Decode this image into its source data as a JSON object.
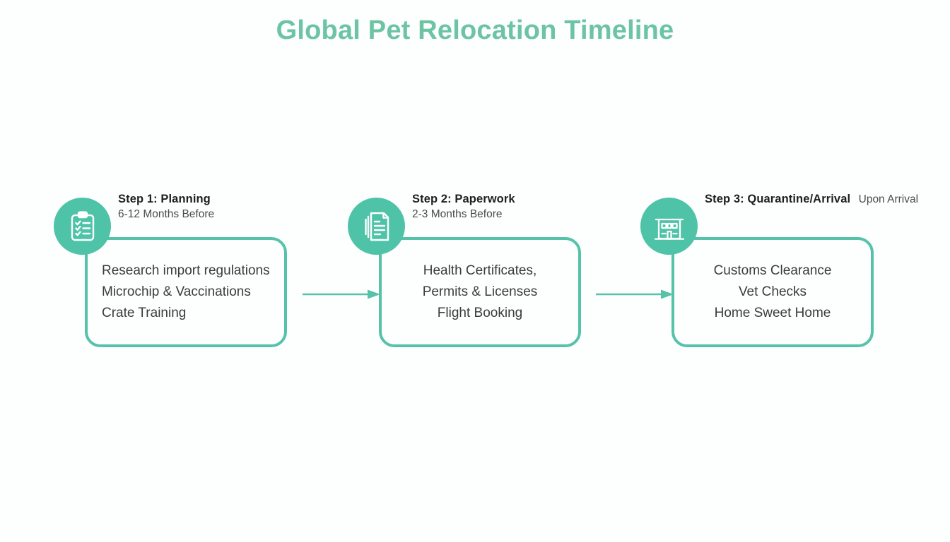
{
  "page": {
    "title": "Global Pet Relocation Timeline",
    "background_color": "#fdfefe"
  },
  "colors": {
    "title_teal": "#6cc4a5",
    "badge_teal": "#4ec3a8",
    "box_border_teal": "#56c2aa",
    "arrow_teal": "#56c2aa",
    "body_text": "#3b3b3b",
    "heading_text": "#1f1f1f",
    "subheading_text": "#4a4a4a"
  },
  "chart_data": {
    "type": "diagram",
    "subtype": "horizontal-process-timeline",
    "title": "Global Pet Relocation Timeline",
    "steps": 3,
    "connectors": 2,
    "flow_direction": "left-to-right"
  },
  "steps": [
    {
      "icon": "clipboard-checklist-icon",
      "title": "Step 1: Planning",
      "subtitle": "6-12 Months Before",
      "subtitle_inline": false,
      "align": "left",
      "items": [
        "Research import regulations",
        "Microchip & Vaccinations",
        "Crate Training"
      ]
    },
    {
      "icon": "document-pages-icon",
      "title": "Step 2: Paperwork",
      "subtitle": "2-3 Months Before",
      "subtitle_inline": false,
      "align": "center",
      "items": [
        "Health Certificates,",
        "Permits & Licenses",
        "Flight Booking"
      ]
    },
    {
      "icon": "clinic-building-icon",
      "title": "Step 3: Quarantine/Arrival",
      "subtitle": "Upon Arrival",
      "subtitle_inline": true,
      "align": "center",
      "items": [
        "Customs Clearance",
        "Vet Checks",
        "Home Sweet Home"
      ]
    }
  ],
  "connectors": [
    {
      "name": "arrow-step1-to-step2",
      "from": "Step 1: Planning",
      "to": "Step 2: Paperwork"
    },
    {
      "name": "arrow-step2-to-step3",
      "from": "Step 2: Paperwork",
      "to": "Step 3: Quarantine/Arrival"
    }
  ]
}
